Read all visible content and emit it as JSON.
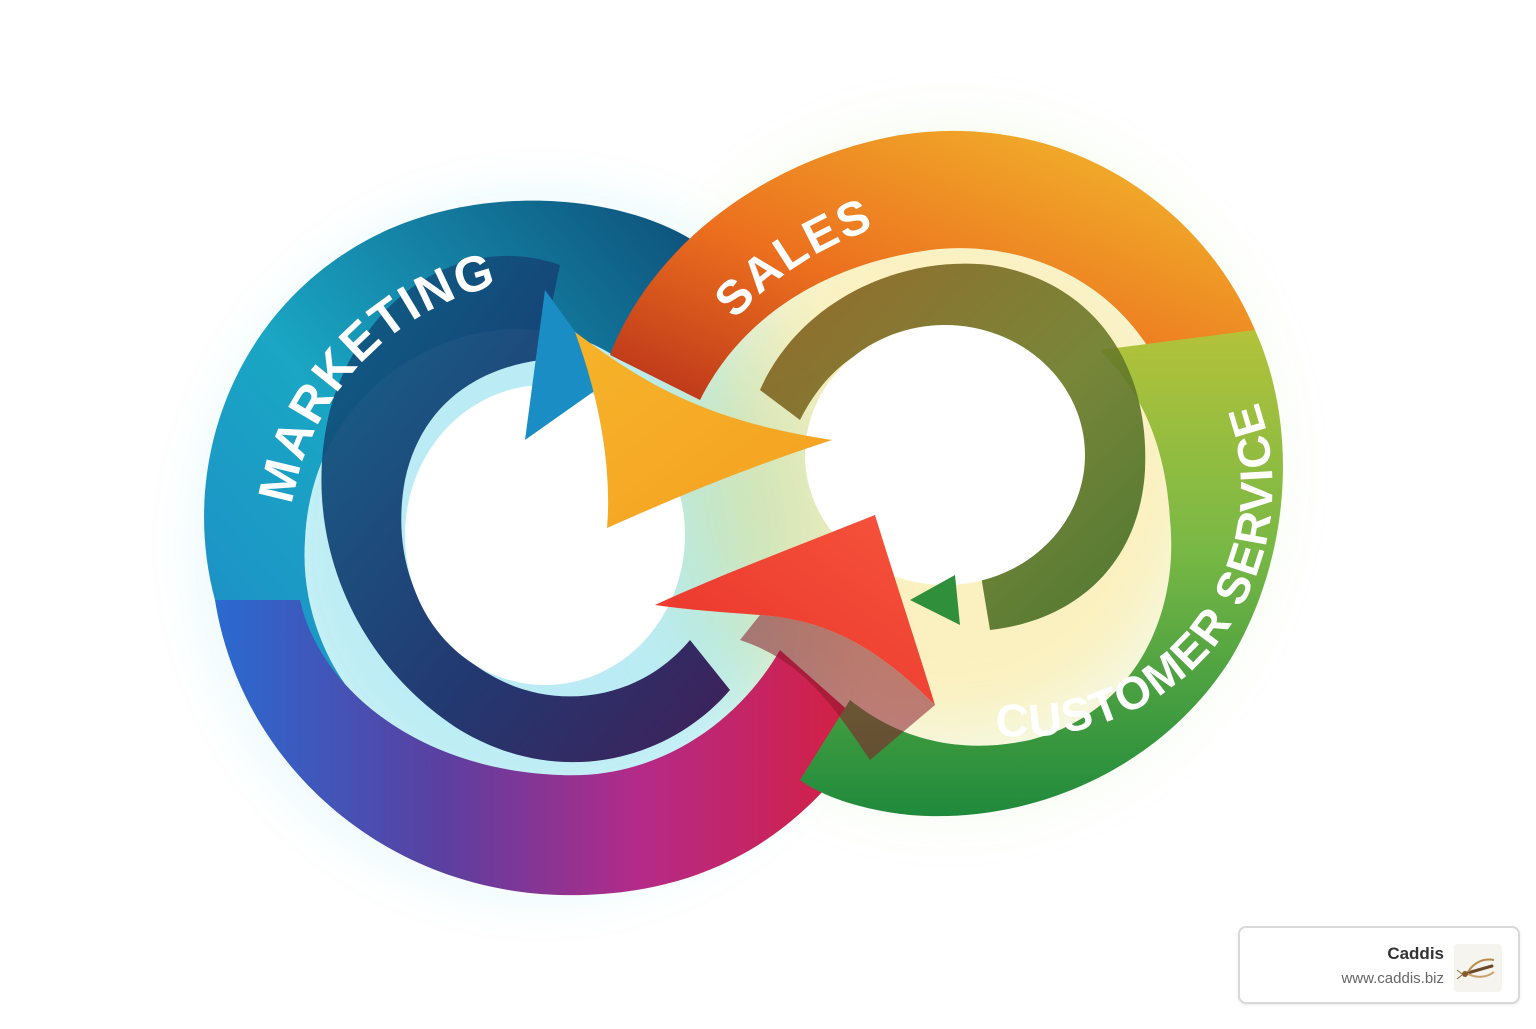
{
  "diagram": {
    "labels": {
      "marketing": "MARKETING",
      "sales": "SALES",
      "customer_service": "CUSTOMER SERVICE"
    },
    "colors": {
      "marketing_start": "#1aa6c4",
      "marketing_end": "#0d4e78",
      "purple": "#5b3fa0",
      "magenta": "#c2286e",
      "red": "#e8322e",
      "sales_start": "#d7461c",
      "sales_end": "#f4a11e",
      "yellow": "#f2c12e",
      "green_start": "#8cbd3c",
      "green_end": "#2aa24a",
      "arrow_yellow": "#f8ad2a",
      "arrow_red": "#f2403a"
    }
  },
  "brand": {
    "name": "Caddis",
    "url": "www.caddis.biz",
    "logo_icon": "caddis-fly-icon"
  }
}
